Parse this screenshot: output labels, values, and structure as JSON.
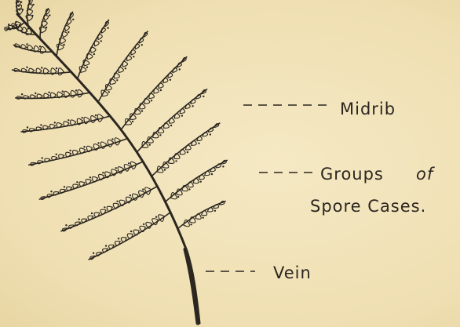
{
  "labels": {
    "midrib": "Midrib",
    "groups_line1": "Groups",
    "groups_line2": "Spore  Cases.",
    "groups_of_glyph": "of",
    "vein": "Vein"
  },
  "colors": {
    "paper": "#f1e3b9",
    "ink": "#2b2620"
  }
}
